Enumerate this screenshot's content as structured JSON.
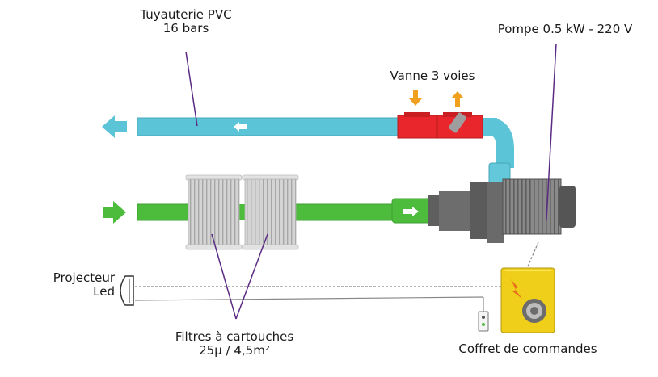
{
  "labels": {
    "pipe": {
      "line1": "Tuyauterie PVC",
      "line2": "16 bars"
    },
    "pump": "Pompe 0.5 kW - 220 V",
    "valve": "Vanne 3 voies",
    "projector": {
      "line1": "Projecteur",
      "line2": "Led"
    },
    "filters": {
      "line1": "Filtres à cartouches",
      "line2": "25μ / 4,5m²"
    },
    "control_box": "Coffret de commandes"
  },
  "colors": {
    "return_pipe": "#5bc4d6",
    "suction_pipe": "#4dbb3c",
    "valve": "#e8262b",
    "pump_body": "#6f6f6f",
    "filter": "#c8c8c8",
    "control_box": "#f0cf1a",
    "leader_line": "#5b2a83",
    "valve_arrow": "#f0a01c"
  }
}
